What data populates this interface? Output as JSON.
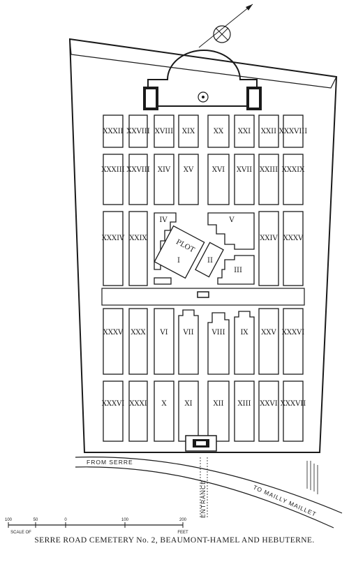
{
  "caption": "SERRE ROAD CEMETERY No. 2, BEAUMONT-HAMEL AND HEBUTERNE.",
  "roads": {
    "from": "FROM SERRE",
    "to": "TO MAILLY MAILLET",
    "entrance": "ENTRANCE",
    "scale_of": "SCALE OF",
    "feet": "FEET"
  },
  "scale_ticks": [
    "100",
    "50",
    "0",
    "100",
    "200"
  ],
  "plots": {
    "row1": [
      "XXXII",
      "XXVIII",
      "XVIII",
      "XIX",
      "XX",
      "XXI",
      "XXII",
      "XXXVIII"
    ],
    "row2": [
      "XXXIII",
      "XXVIII",
      "XIV",
      "XV",
      "XVI",
      "XVII",
      "XXIII",
      "XXXIX"
    ],
    "row3": [
      "XXXIV",
      "XXIX",
      "XXIV",
      "XXXV"
    ],
    "row4": [
      "XXXV",
      "XXX",
      "VI",
      "VII",
      "VIII",
      "IX",
      "XXV",
      "XXXVI"
    ],
    "row5": [
      "XXXVI",
      "XXXI",
      "X",
      "XI",
      "XII",
      "XIII",
      "XXVI",
      "XXXVII"
    ],
    "central": [
      "IV",
      "PLOT",
      "I",
      "II",
      "V",
      "III"
    ]
  }
}
